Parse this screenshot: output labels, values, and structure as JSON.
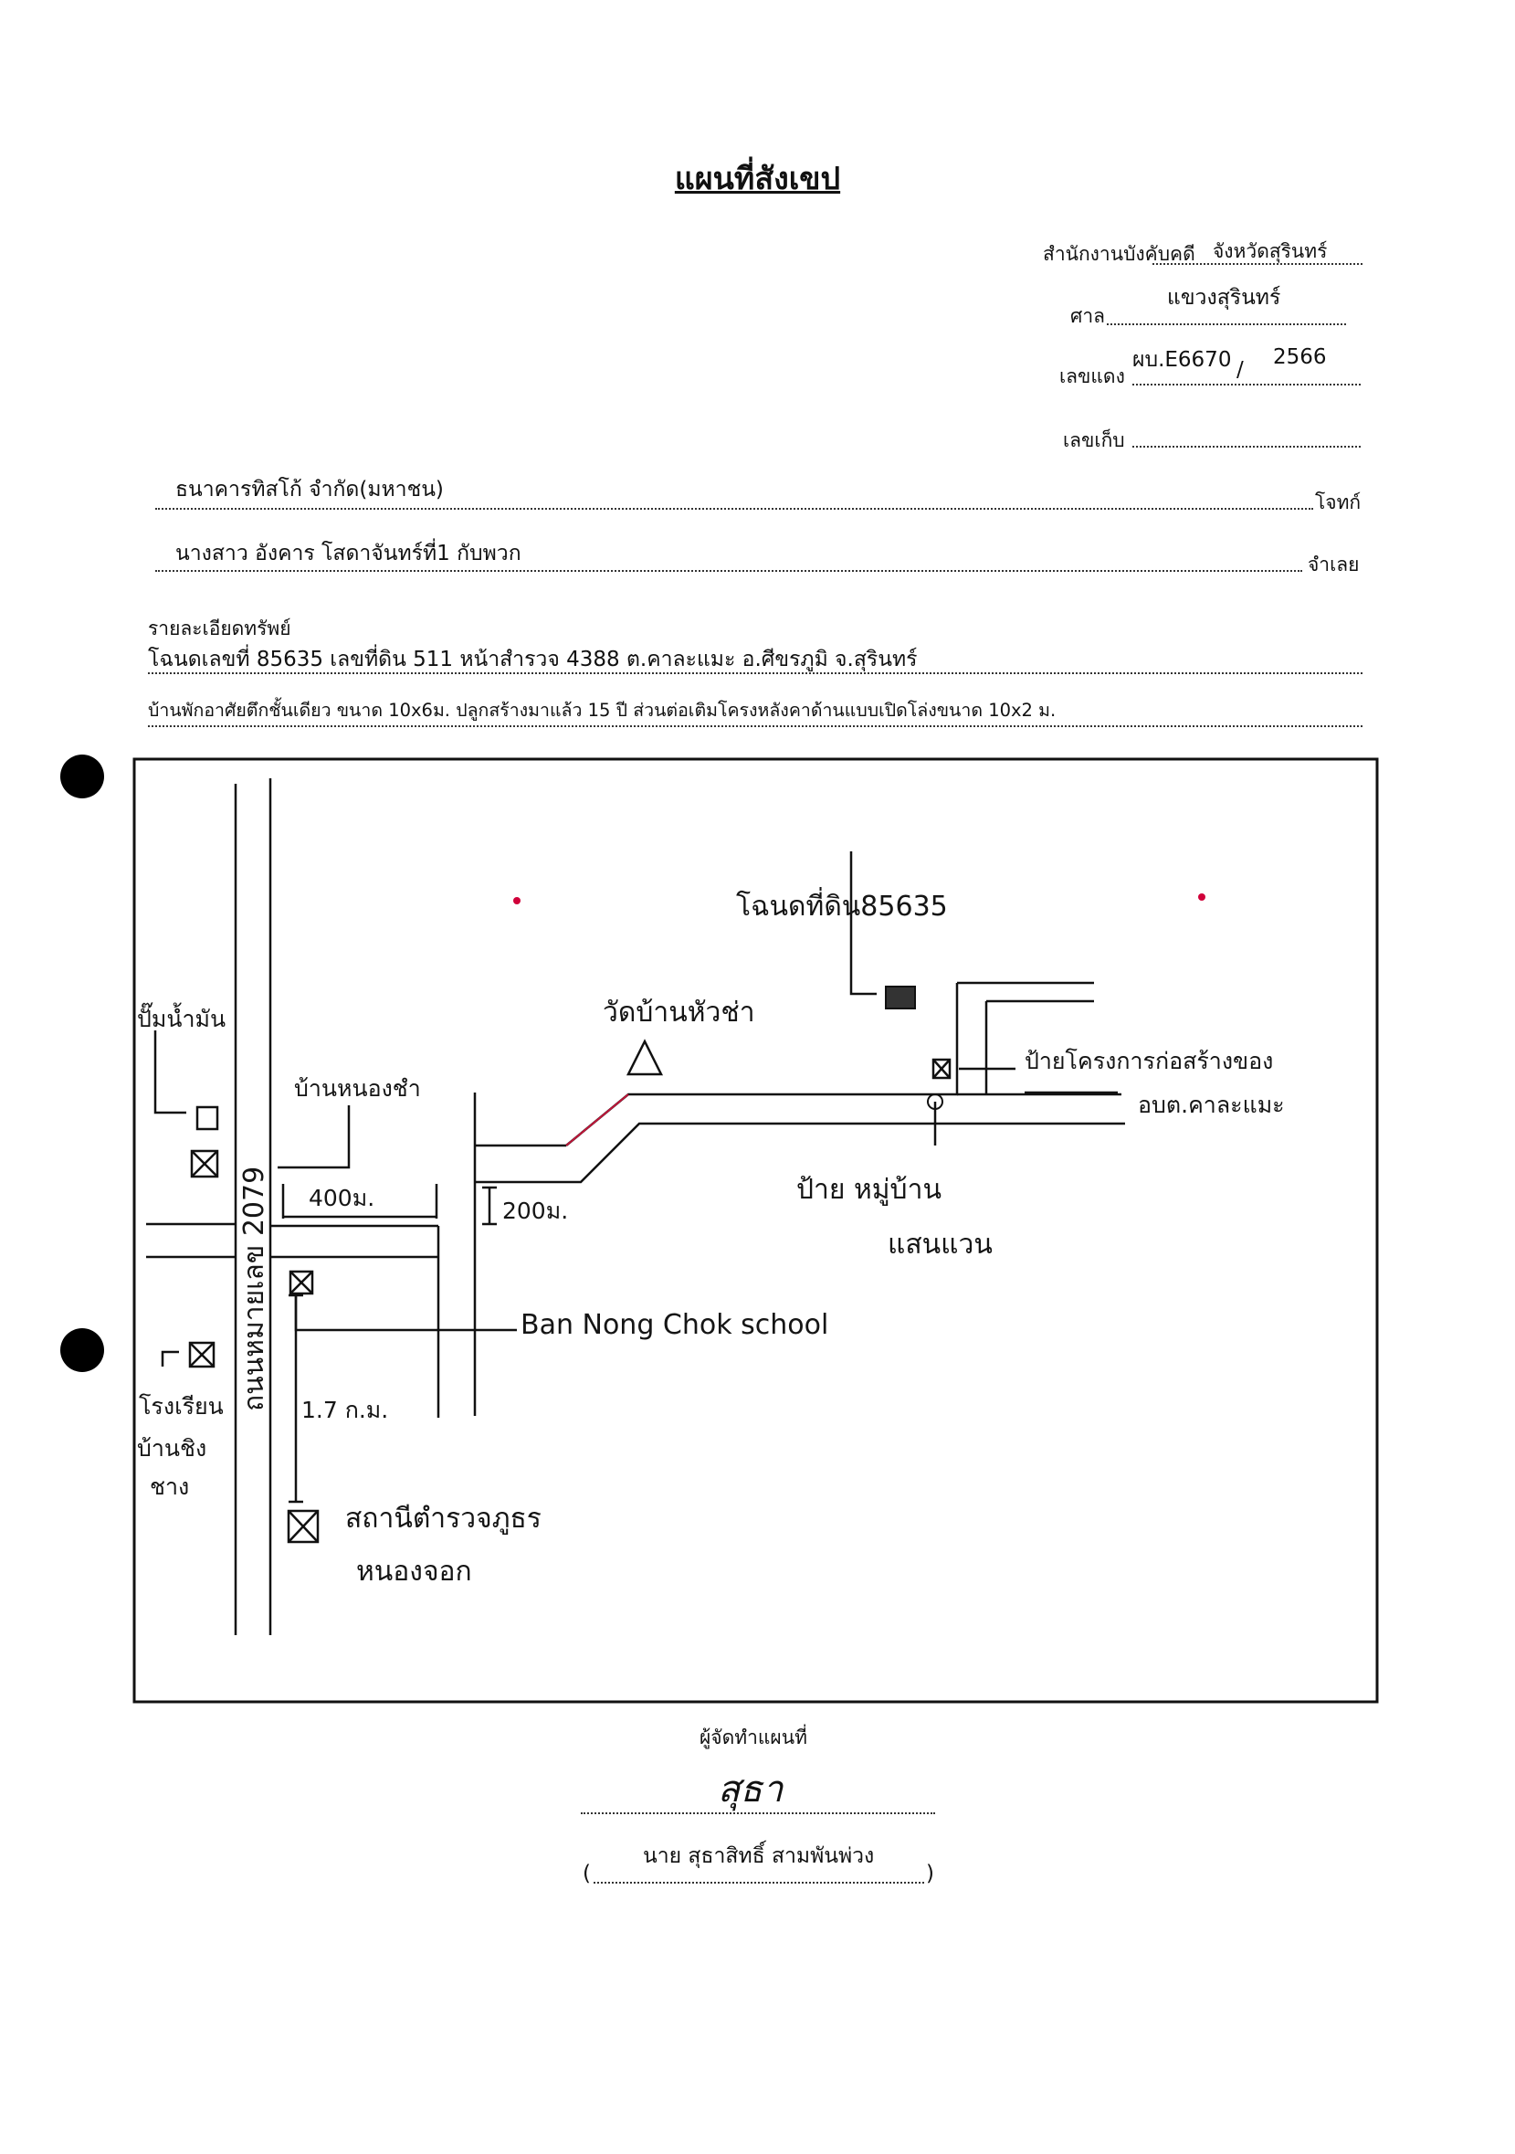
{
  "title": "แผนที่สังเขป",
  "header": {
    "office_label": "สำนักงานบังคับคดี",
    "office_value": "จังหวัดสุรินทร์",
    "court_label": "ศาล",
    "court_value": "แขวงสุรินทร์",
    "case_red_label": "เลขแดง",
    "case_red_value": "ผบ.E6670",
    "case_red_year": "2566",
    "case_separator": "/",
    "storage_label": "เลขเก็บ"
  },
  "parties": {
    "plaintiff_name": "ธนาคารทิสโก้ จำกัด(มหาชน)",
    "plaintiff_label": "โจทก์",
    "defendant_name": "นางสาว อังคาร โสดาจันทร์ที่1 กับพวก",
    "defendant_label": "จำเลย"
  },
  "property": {
    "heading": "รายละเอียดทรัพย์",
    "line1": "โฉนดเลขที่ 85635 เลขที่ดิน 511 หน้าสำรวจ 4388 ต.คาละแมะ  อ.ศีขรภูมิ จ.สุรินทร์",
    "line2": "บ้านพักอาศัยตึกชั้นเดียว ขนาด 10x6ม. ปลูกสร้างมาแล้ว 15 ปี  ส่วนต่อเติมโครงหลังคาด้านแบบเปิดโล่งขนาด 10x2 ม."
  },
  "map": {
    "road_label": "ถนนหมายเลข 2079",
    "gas_station": "ปั๊มน้ำมัน",
    "village_house": "บ้านหนองชำ",
    "dist_400": "400ม.",
    "dist_200": "200ม.",
    "dist_1_7": "1.7 ก.ม.",
    "school_thai": [
      "โรงเรียน",
      "บ้านชิง",
      "ชาง"
    ],
    "school_en": "Ban Nong Chok school",
    "police_station": [
      "สถานีตำรวจภูธร",
      "หนองจอก"
    ],
    "temple": "วัดบ้านหัวช่า",
    "deed_label": "โฉนดที่ดิน85635",
    "project_sign": [
      "ป้ายโครงการก่อสร้างของ",
      "อบต.คาละแมะ"
    ],
    "village_sign": [
      "ป้าย หมู่บ้าน",
      "แสนแวน"
    ]
  },
  "footer": {
    "maker_label": "ผู้จัดทำแผนที่",
    "signature": "สุธา",
    "maker_name": "นาย สุธาสิทธิ์ สามพันพ่วง",
    "paren_open": "(",
    "paren_close": ")"
  }
}
